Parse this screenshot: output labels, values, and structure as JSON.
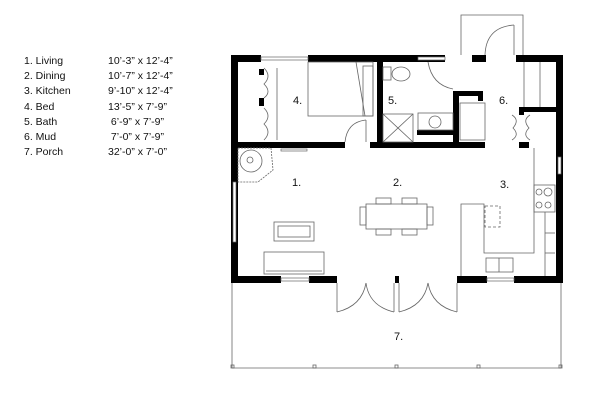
{
  "legend": [
    {
      "name": "1. Living",
      "dims": "10’-3” x 12’-4”"
    },
    {
      "name": "2. Dining",
      "dims": "10’-7” x 12’-4”"
    },
    {
      "name": "3. Kitchen",
      "dims": "9’-10” x 12’-4”"
    },
    {
      "name": "4. Bed",
      "dims": "13’-5” x 7’-9”"
    },
    {
      "name": "5. Bath",
      "dims": " 6’-9” x 7’-9”"
    },
    {
      "name": "6. Mud",
      "dims": " 7’-0” x 7’-9”"
    },
    {
      "name": "7. Porch",
      "dims": "32’-0” x 7’-0”"
    }
  ],
  "rooms": {
    "living": "1.",
    "dining": "2.",
    "kitchen": "3.",
    "bed": "4.",
    "bath": "5.",
    "mud": "6.",
    "porch": "7."
  },
  "colors": {
    "wall": "#000000",
    "line": "#555555"
  }
}
